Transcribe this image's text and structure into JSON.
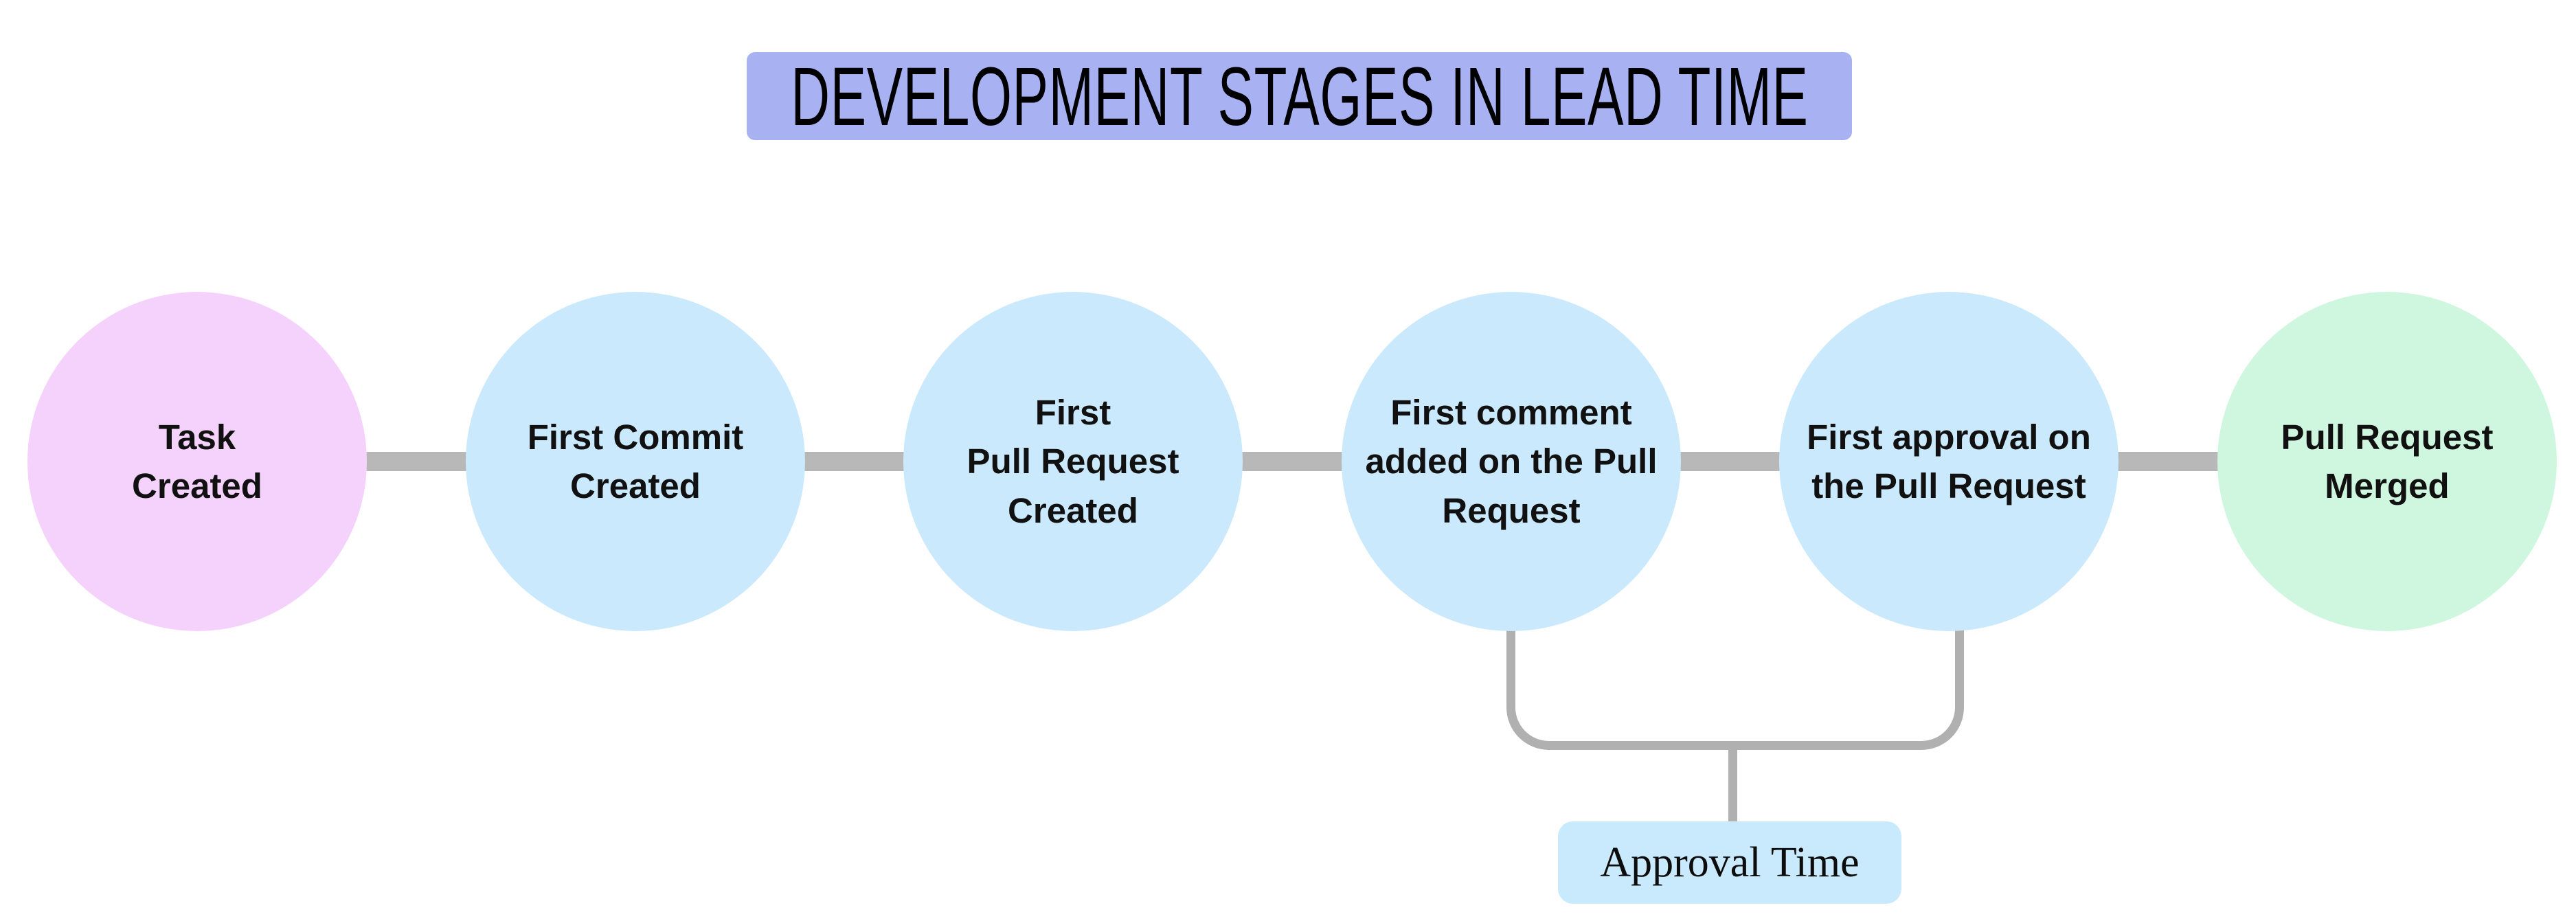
{
  "title": "DEVELOPMENT STAGES IN LEAD TIME",
  "stages": [
    {
      "id": "task-created",
      "lines": [
        "Task",
        "Created"
      ],
      "color": "#f4d2fb"
    },
    {
      "id": "first-commit-created",
      "lines": [
        "First Commit",
        "Created"
      ],
      "color": "#cbe9fc"
    },
    {
      "id": "first-pull-request-created",
      "lines": [
        "First",
        "Pull Request",
        "Created"
      ],
      "color": "#cbe9fc"
    },
    {
      "id": "first-comment-added",
      "lines": [
        "First comment",
        "added on the Pull",
        "Request"
      ],
      "color": "#cbe9fc"
    },
    {
      "id": "first-approval",
      "lines": [
        "First approval on",
        "the Pull Request"
      ],
      "color": "#cbe9fc"
    },
    {
      "id": "pull-request-merged",
      "lines": [
        "Pull Request",
        "Merged"
      ],
      "color": "#cff6df"
    }
  ],
  "annotation": {
    "label": "Approval Time",
    "bg": "#c9e9fc",
    "from_stage": "first-comment-added",
    "to_stage": "first-approval"
  },
  "colors": {
    "title_bg": "#a8b2f2",
    "connector": "#b8b8b8",
    "bracket": "#b0b0b0",
    "text": "#111111",
    "background": "#ffffff"
  }
}
